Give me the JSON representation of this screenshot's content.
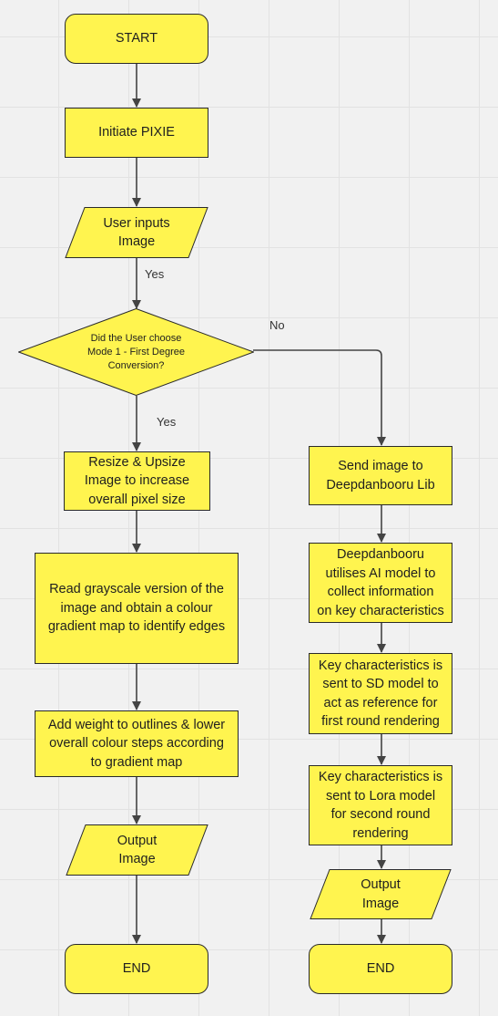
{
  "diagram": {
    "start": "START",
    "initiate": "Initiate PIXIE",
    "input": "User inputs\nImage",
    "decision": "Did the User choose\nMode 1 - First Degree\nConversion?",
    "yes_top": "Yes",
    "yes_mid": "Yes",
    "no": "No",
    "left": {
      "resize": "Resize & Upsize\nImage to increase\noverall pixel size",
      "grayscale": "Read grayscale version of the\nimage and obtain a colour\ngradient map to identify edges",
      "weight": "Add weight to outlines & lower\noverall colour steps according\nto gradient map",
      "output": "Output\nImage",
      "end": "END"
    },
    "right": {
      "send": "Send image to\nDeepdanbooru Lib",
      "utilise": "Deepdanbooru\nutilises AI model to\ncollect information\non key characteristics",
      "sd": "Key characteristics is\nsent to SD model to\nact as reference for\nfirst round rendering",
      "lora": "Key characteristics is\nsent to Lora model\nfor second round\nrendering",
      "output": "Output\nImage",
      "end": "END"
    },
    "colors": {
      "fill": "#fff44f",
      "stroke": "#2a2a2a",
      "arrow": "#444444"
    }
  }
}
